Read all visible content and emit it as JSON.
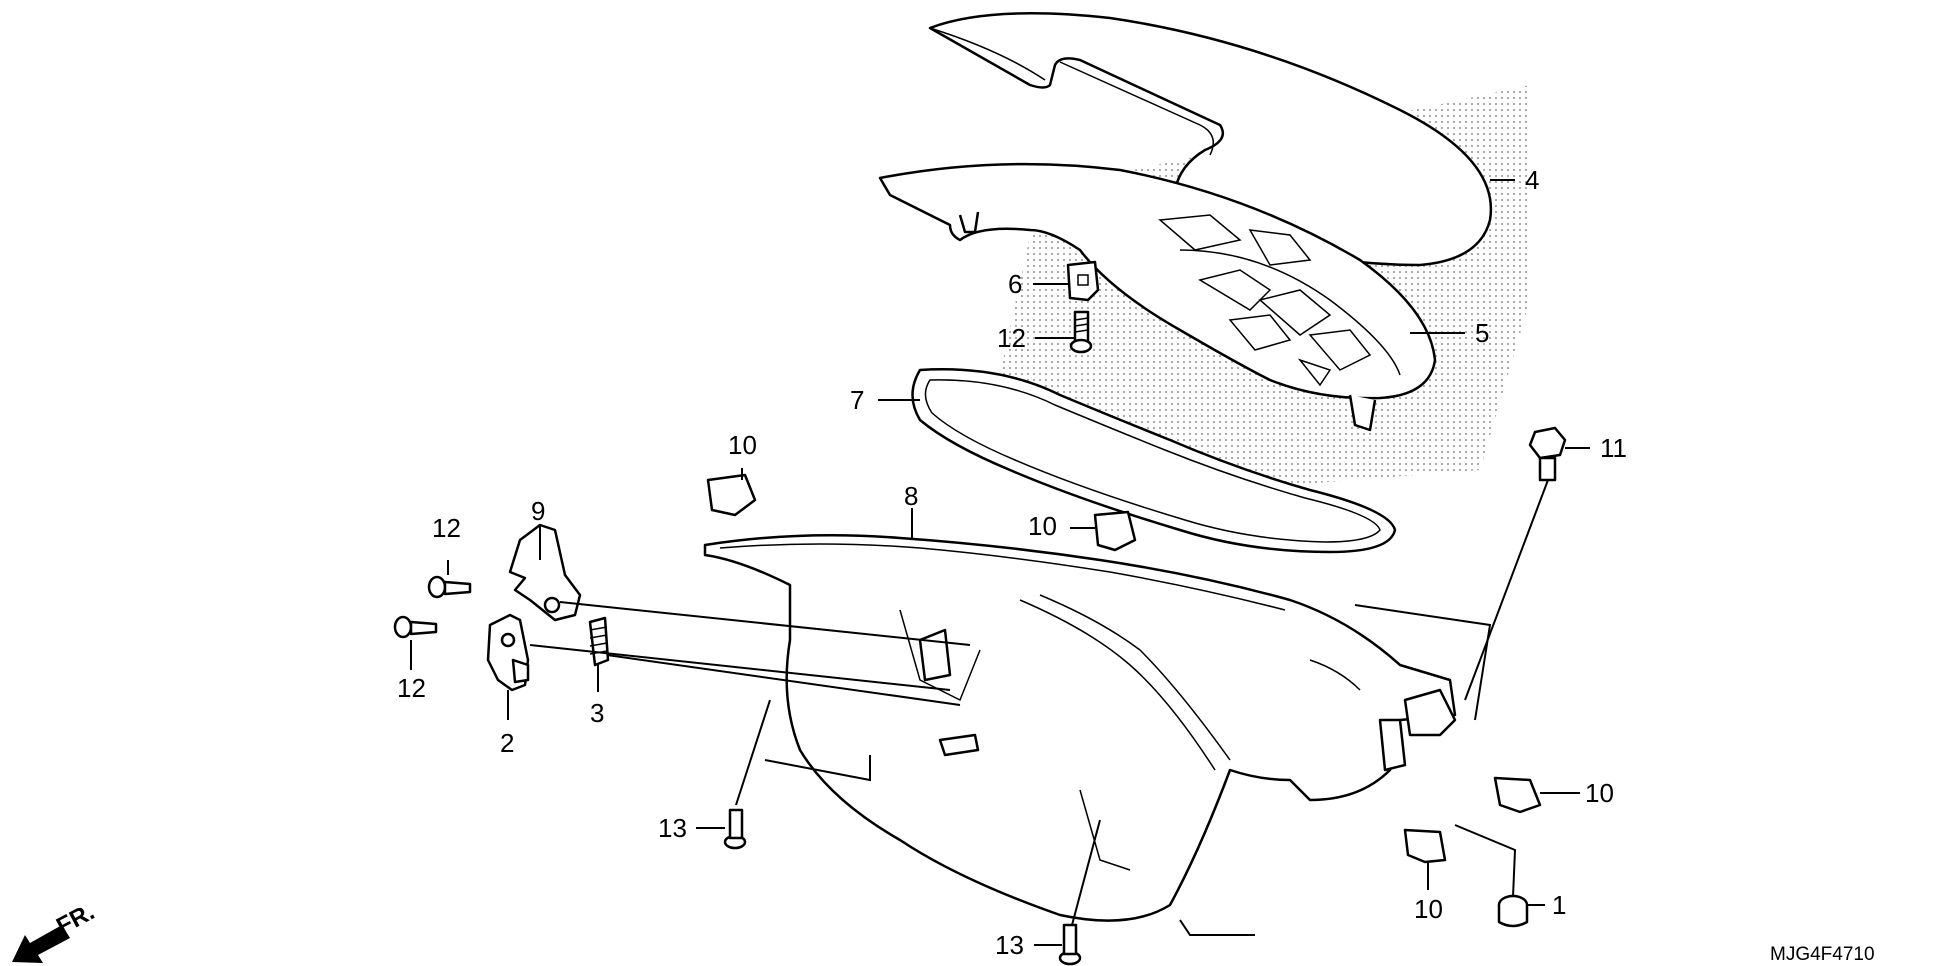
{
  "diagram_code": "MJG4F4710",
  "direction_label": "FR.",
  "callouts": {
    "c1": "1",
    "c2": "2",
    "c3": "3",
    "c4": "4",
    "c5": "5",
    "c6": "6",
    "c7": "7",
    "c8": "8",
    "c9": "9",
    "c10a": "10",
    "c10b": "10",
    "c10c": "10",
    "c10d": "10",
    "c11": "11",
    "c12a": "12",
    "c12b": "12",
    "c12c": "12",
    "c13a": "13",
    "c13b": "13"
  }
}
